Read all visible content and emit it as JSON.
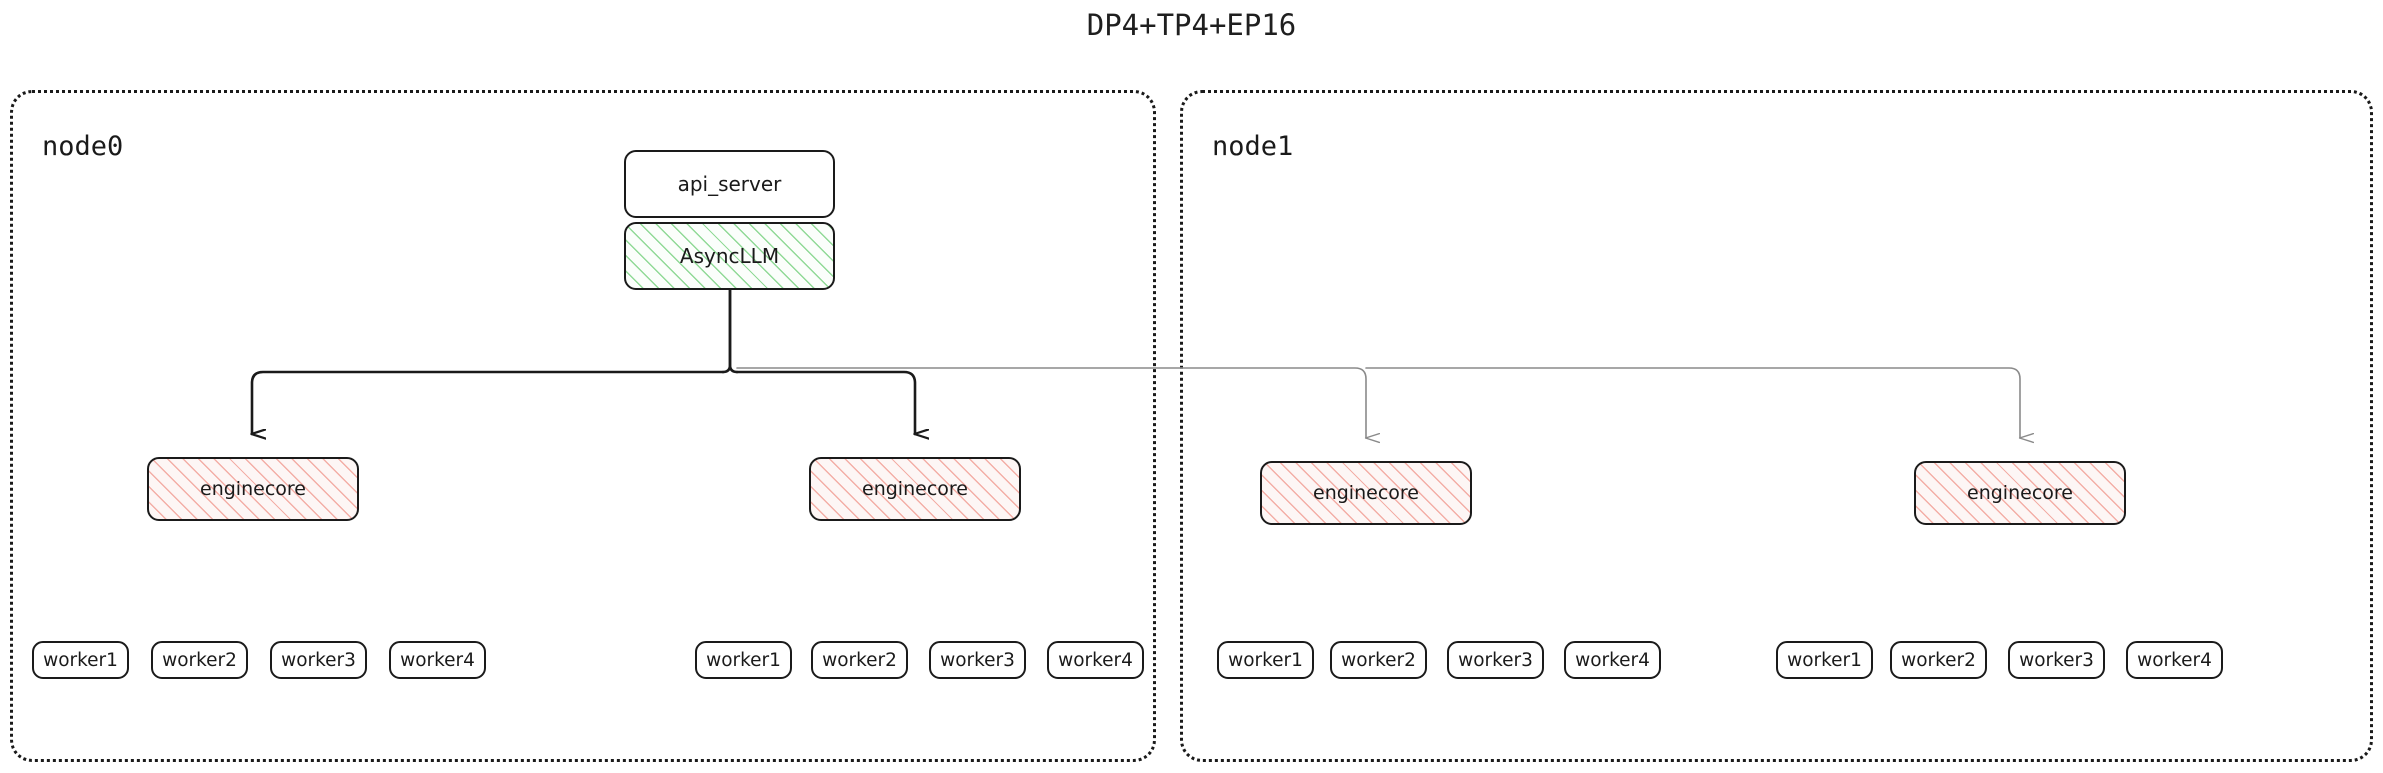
{
  "title": "DP4+TP4+EP16",
  "colors": {
    "border": "#1a1a1a",
    "hatch_green": "#7ed385",
    "hatch_pink": "#f0968c",
    "wire_dark": "#1a1a1a",
    "wire_light": "#878787",
    "background": "#ffffff"
  },
  "top_boxes": {
    "api_server": "api_server",
    "async_llm": "AsyncLLM"
  },
  "engine_label": "enginecore",
  "nodes": [
    {
      "id": "node0",
      "label": "node0",
      "engines": [
        {
          "label": "enginecore",
          "workers": [
            "worker1",
            "worker2",
            "worker3",
            "worker4"
          ]
        },
        {
          "label": "enginecore",
          "workers": [
            "worker1",
            "worker2",
            "worker3",
            "worker4"
          ]
        }
      ]
    },
    {
      "id": "node1",
      "label": "node1",
      "engines": [
        {
          "label": "enginecore",
          "workers": [
            "worker1",
            "worker2",
            "worker3",
            "worker4"
          ]
        },
        {
          "label": "enginecore",
          "workers": [
            "worker1",
            "worker2",
            "worker3",
            "worker4"
          ]
        }
      ]
    }
  ]
}
